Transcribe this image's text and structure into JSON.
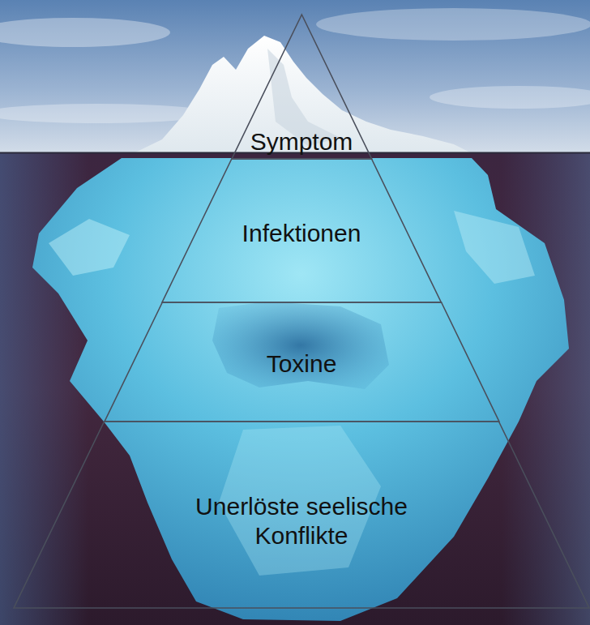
{
  "diagram": {
    "nodes": [
      {
        "text": [
          "Symptom"
        ]
      },
      {
        "text": [
          "Infektionen"
        ]
      },
      {
        "text": [
          "Toxine"
        ]
      },
      {
        "text": [
          "Unerlöste seelische Konflikte"
        ]
      }
    ]
  }
}
